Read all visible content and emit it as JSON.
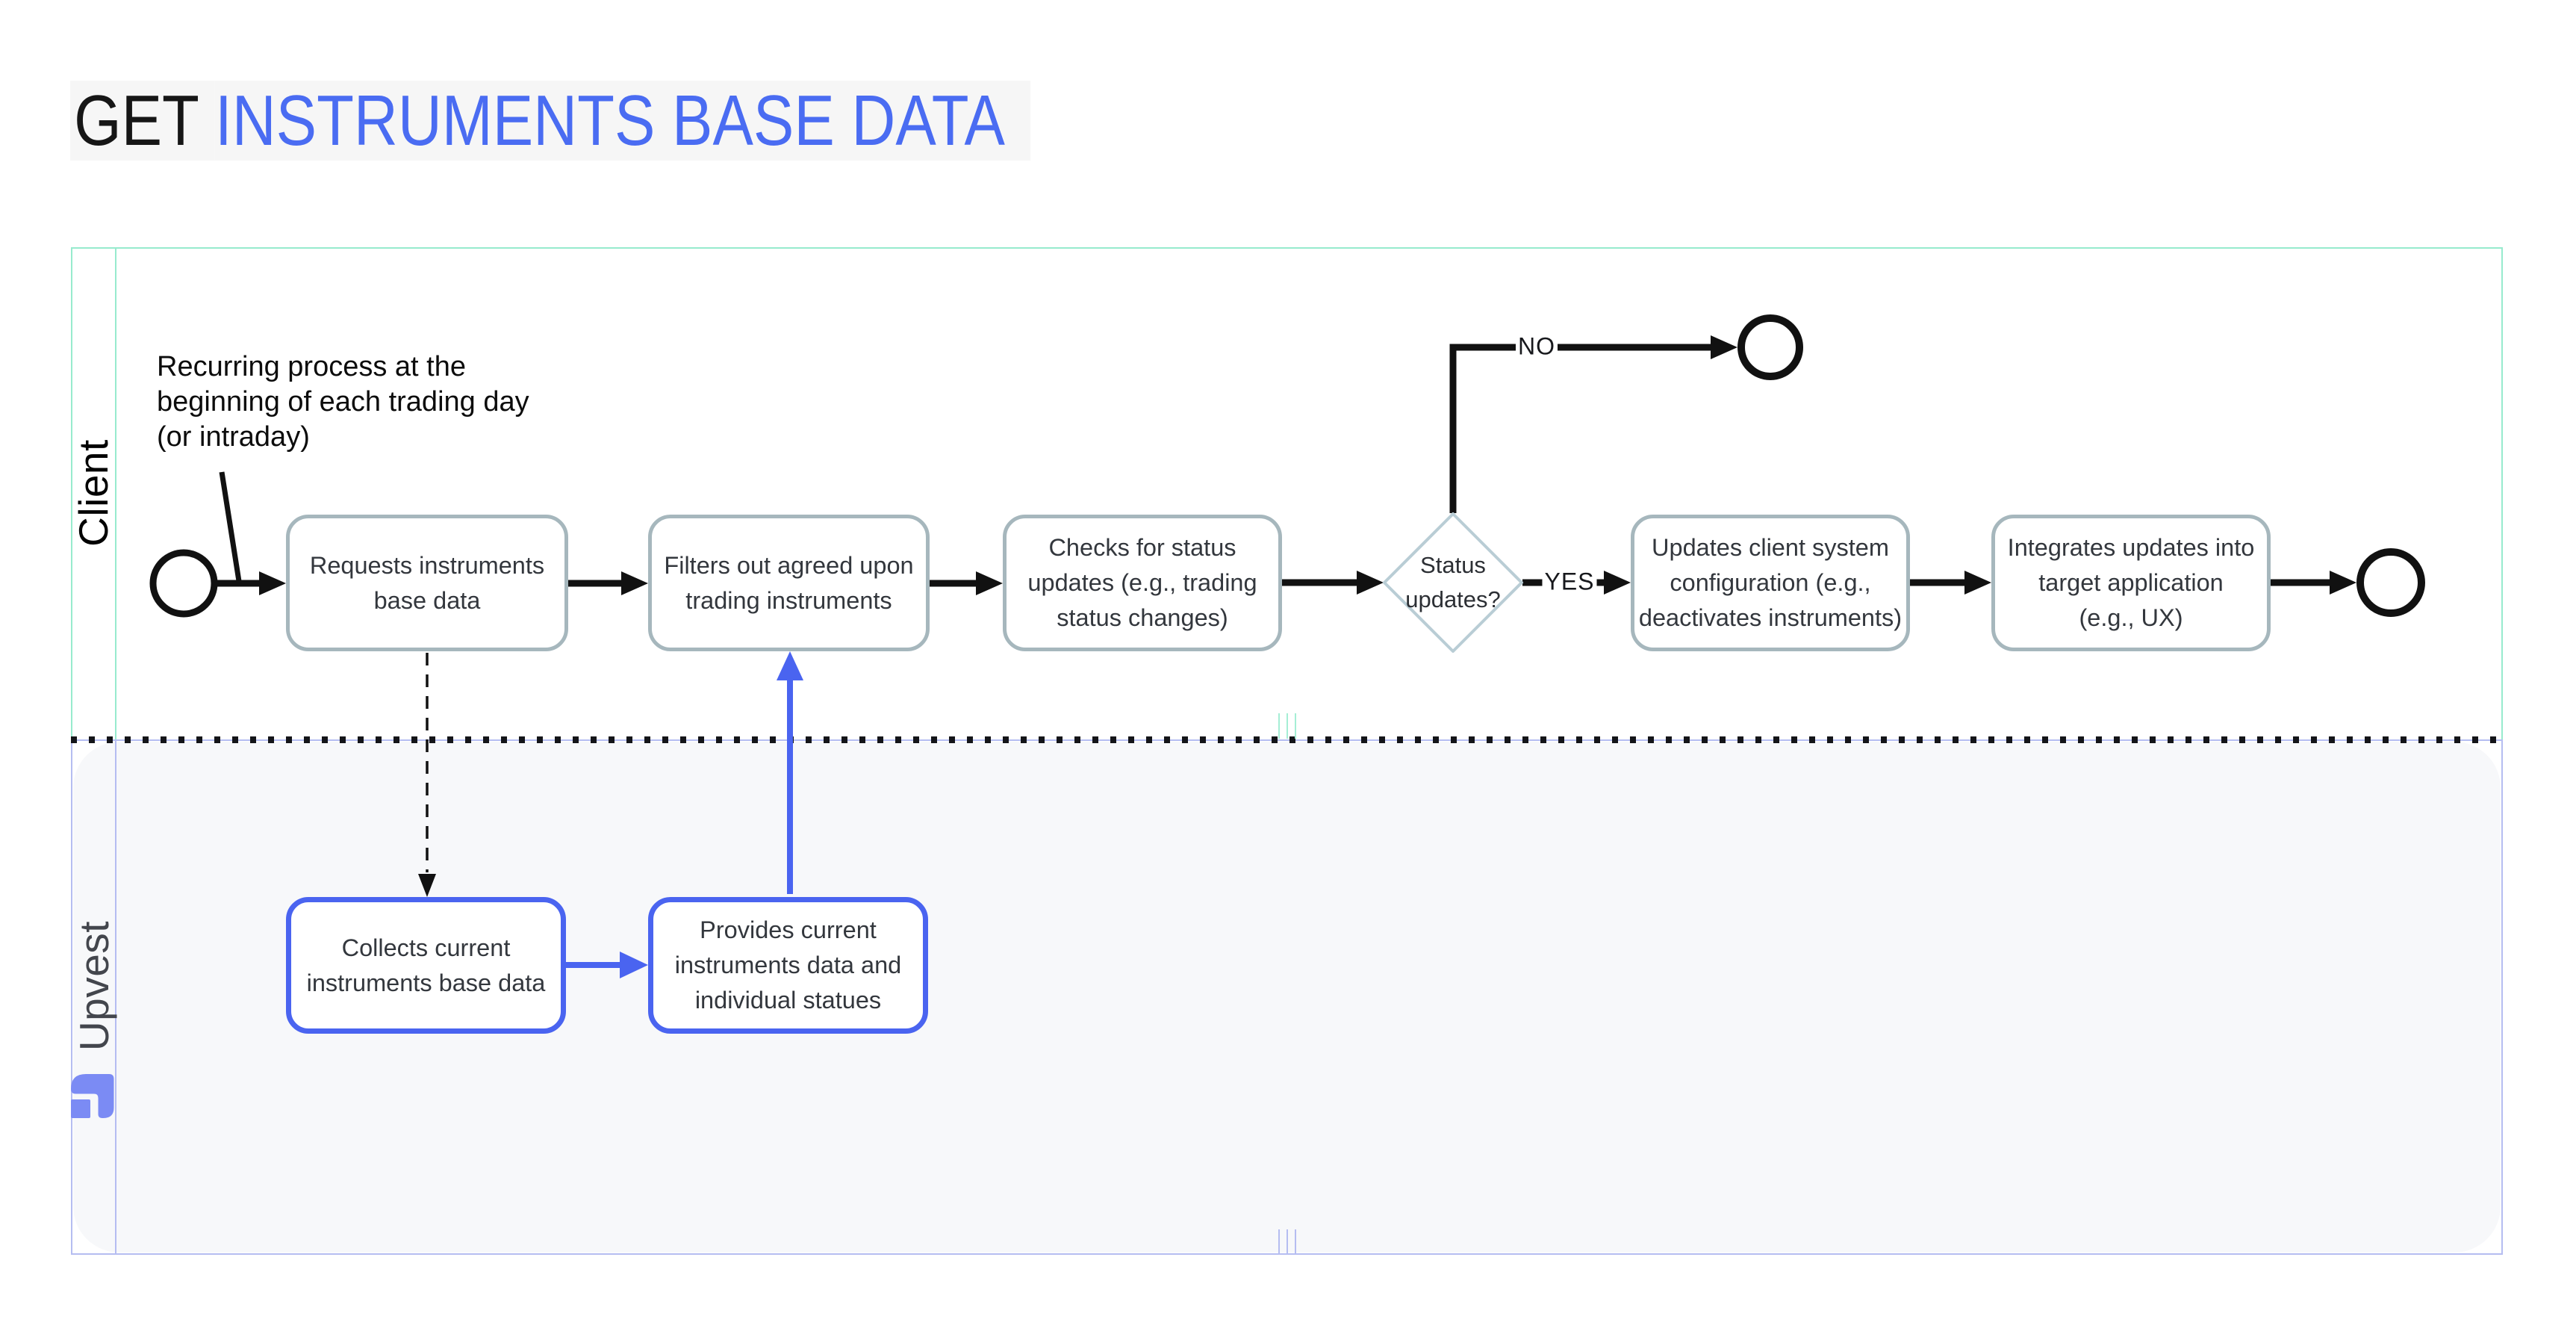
{
  "title": {
    "prefix": "GET ",
    "highlight": "INSTRUMENTS BASE DATA"
  },
  "pool": {
    "lanes": [
      {
        "label": "Client"
      },
      {
        "label": "Upvest"
      }
    ]
  },
  "annotation": "Recurring process at the\nbeginning of each trading day\n(or intraday)",
  "client": {
    "task_request": "Requests instruments\nbase data",
    "task_filter": "Filters out agreed upon\ntrading instruments",
    "task_check": "Checks for status\nupdates (e.g., trading\nstatus changes)",
    "gateway": "Status\nupdates?",
    "no_label": "NO",
    "yes_label": "YES",
    "task_update": "Updates client system\nconfiguration (e.g.,\ndeactivates instruments)",
    "task_integrate": "Integrates updates into\ntarget application\n(e.g., UX)"
  },
  "upvest": {
    "task_collect": "Collects current\ninstruments base data",
    "task_provide": "Provides current\ninstruments data and\nindividual statues"
  },
  "colors": {
    "title_accent": "#4a6cf2",
    "flow_blue": "#4a64f0",
    "logo_blue": "#7b8bf4",
    "client_lane_border": "#97ebce",
    "upvest_lane_border": "#b5bdf1",
    "upvest_lane_fill": "#f7f8fa",
    "task_border": "#a6b7bd",
    "gateway_border": "#b9cdd5",
    "text_dark": "#33373d"
  }
}
